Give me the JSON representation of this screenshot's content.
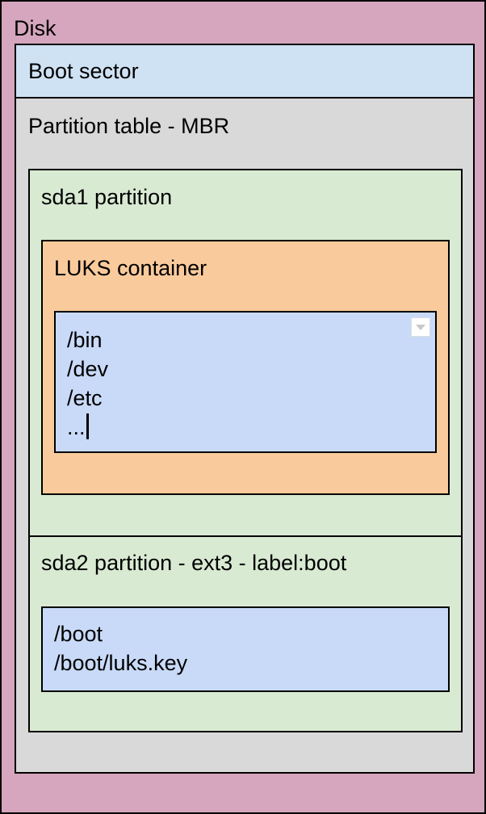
{
  "disk": {
    "label": "Disk"
  },
  "boot_sector": {
    "label": "Boot sector"
  },
  "partition_table": {
    "label": "Partition table - MBR"
  },
  "sda1": {
    "label": "sda1 partition",
    "luks": {
      "label": "LUKS container",
      "files": [
        "/bin",
        "/dev",
        "/etc",
        "..."
      ]
    }
  },
  "sda2": {
    "label": "sda2 partition - ext3 - label:boot",
    "files": [
      "/boot",
      "/boot/luks.key"
    ]
  },
  "colors": {
    "disk": "#d5a6bd",
    "boot_sector": "#cfe2f3",
    "partition_table": "#d9d9d9",
    "partition": "#d9ead3",
    "luks": "#f9cb9c",
    "filesystem": "#c9daf8"
  },
  "icons": {
    "dropdown": "chevron-down-icon"
  }
}
